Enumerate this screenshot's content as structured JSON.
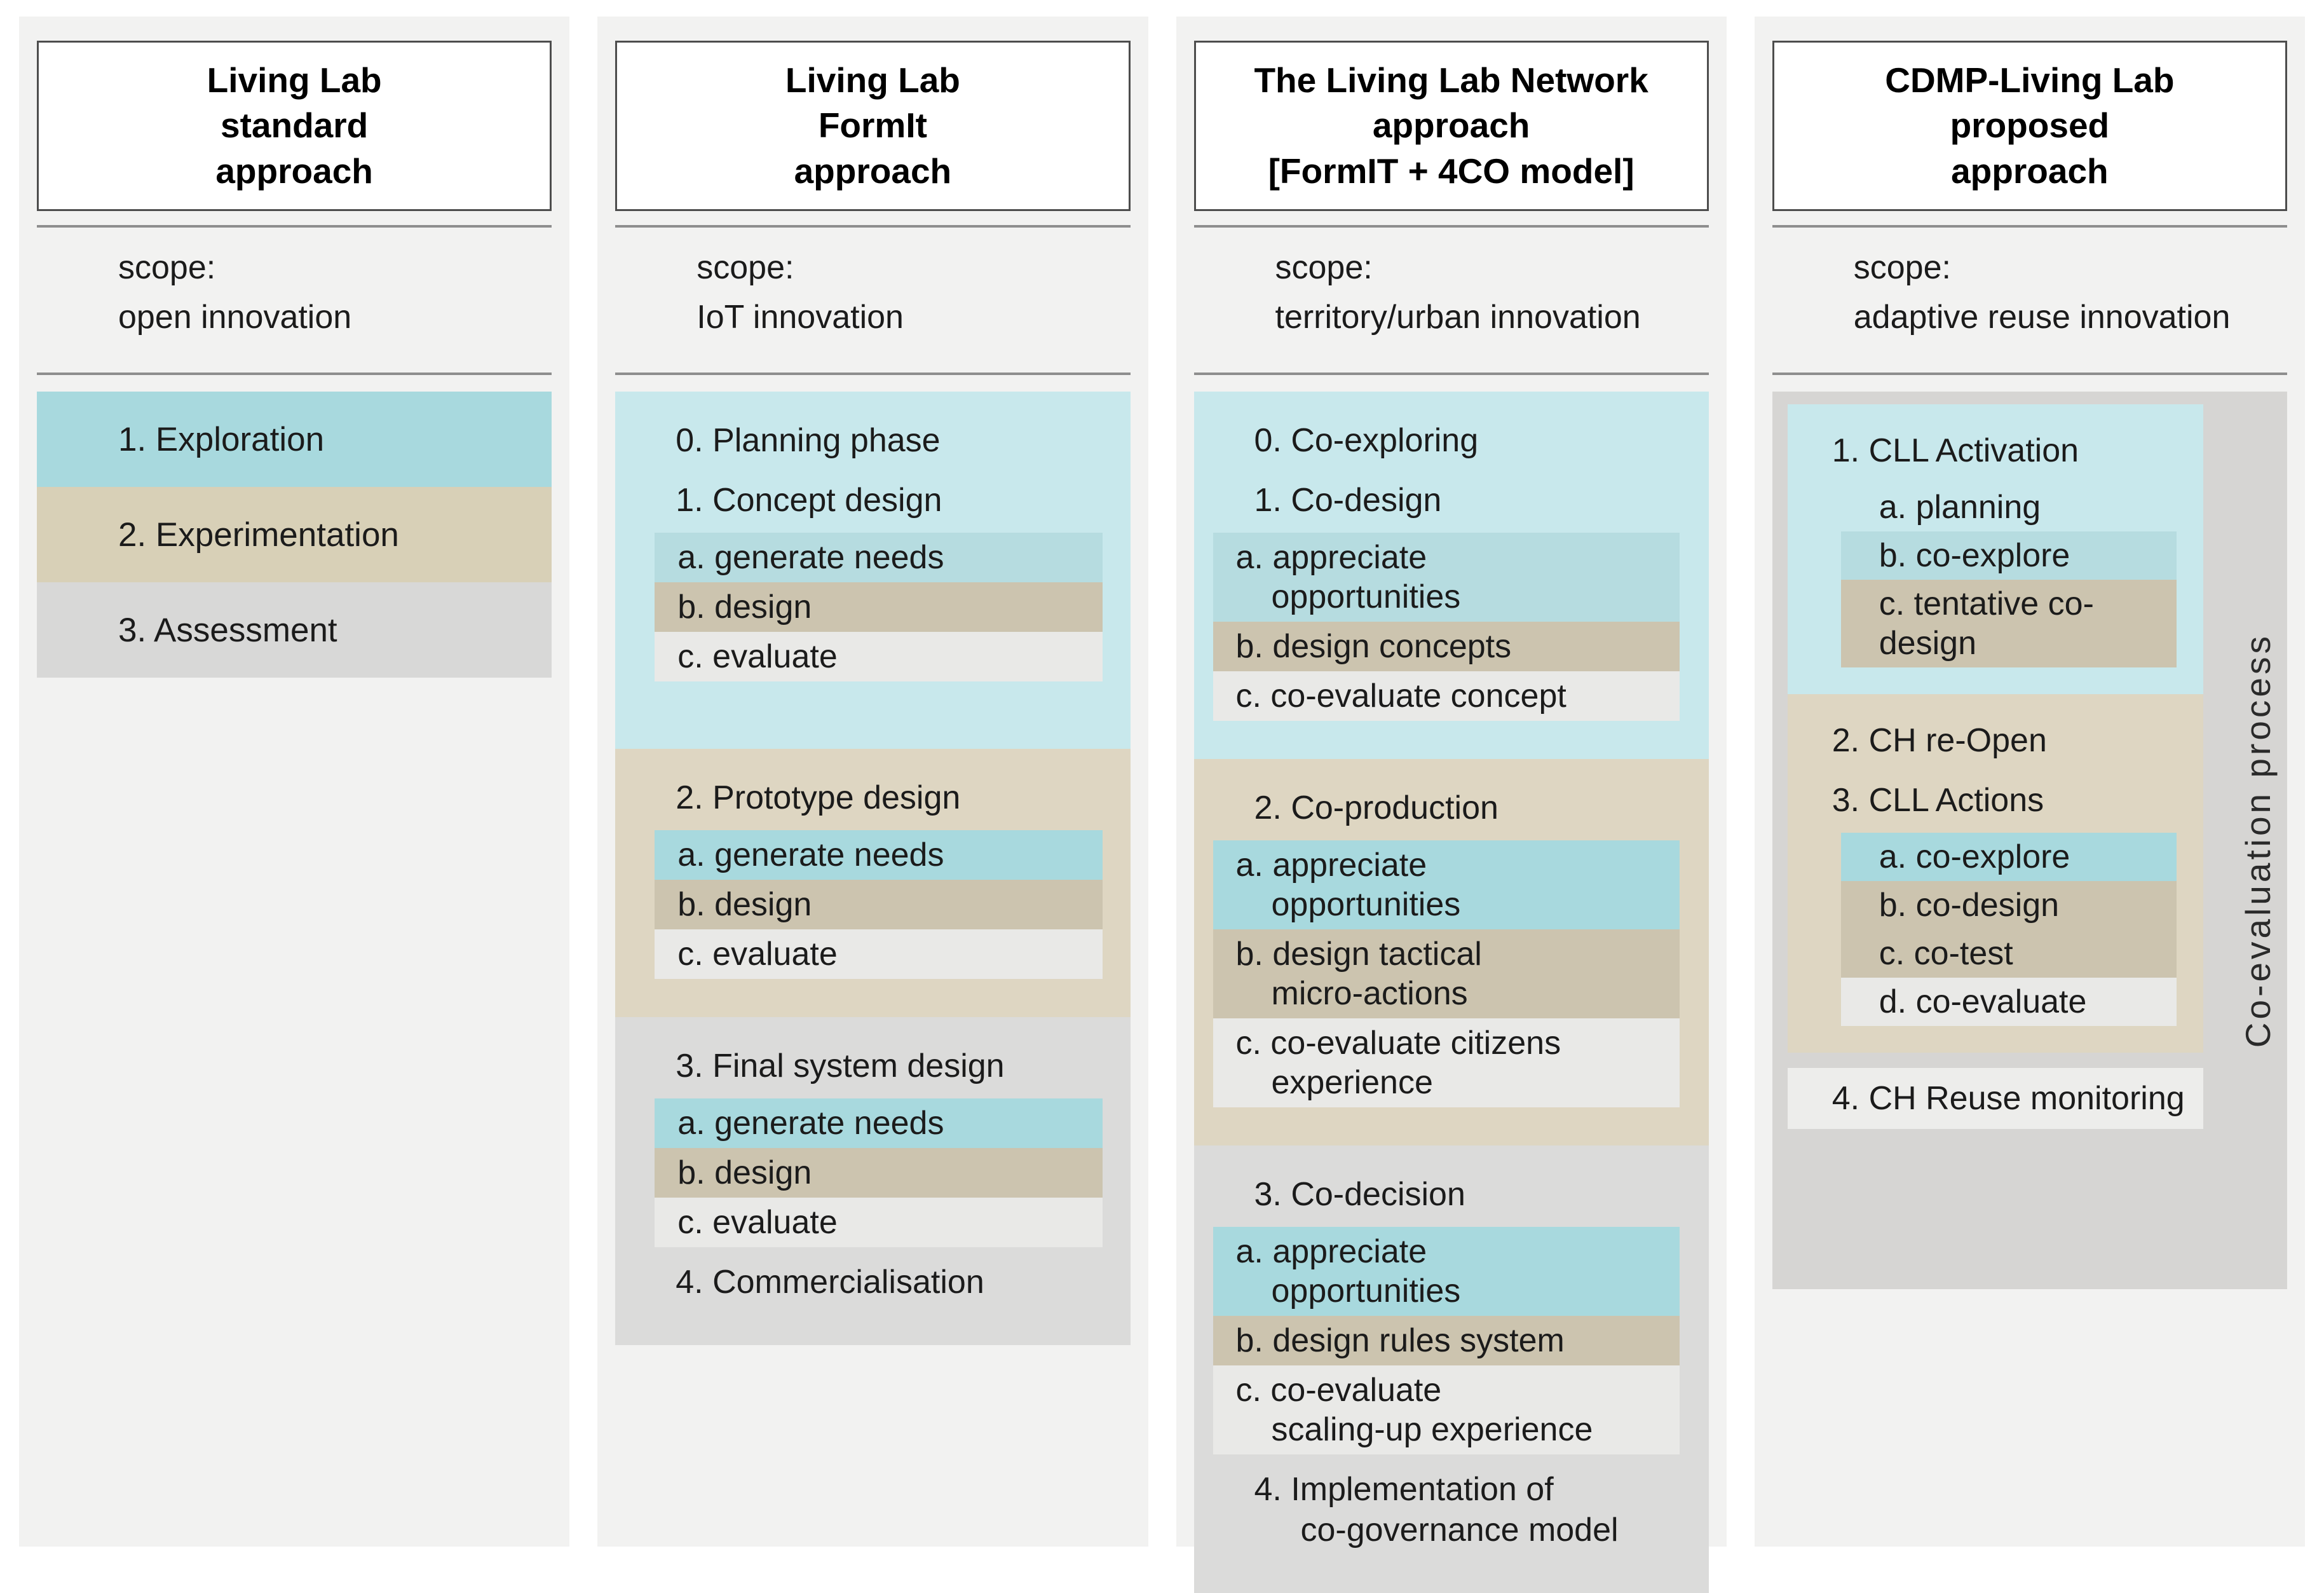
{
  "diagram": {
    "columns": [
      {
        "title": "Living Lab\nstandard\napproach",
        "scope_label": "scope:",
        "scope": "open innovation",
        "phases": [
          "1. Exploration",
          "2. Experimentation",
          "3. Assessment"
        ]
      },
      {
        "title": "Living Lab\nFormIt\napproach",
        "scope_label": "scope:",
        "scope": "IoT  innovation",
        "sections": [
          {
            "phases": [
              {
                "label": "0. Planning phase",
                "subs": []
              },
              {
                "label": "1. Concept design",
                "subs": [
                  "a. generate needs",
                  "b. design",
                  "c. evaluate"
                ]
              }
            ]
          },
          {
            "phases": [
              {
                "label": "2. Prototype design",
                "subs": [
                  "a. generate needs",
                  "b. design",
                  "c. evaluate"
                ]
              }
            ]
          },
          {
            "phases": [
              {
                "label": "3. Final system design",
                "subs": [
                  "a. generate needs",
                  "b. design",
                  "c. evaluate"
                ]
              },
              {
                "label": "4. Commercialisation",
                "subs": []
              }
            ]
          }
        ]
      },
      {
        "title": "The Living Lab Network\napproach\n[FormIT + 4CO model]",
        "scope_label": "scope:",
        "scope": "territory/urban innovation",
        "sections": [
          {
            "phases": [
              {
                "label": "0. Co-exploring",
                "subs": []
              },
              {
                "label": "1. Co-design",
                "subs": [
                  "a. appreciate\nopportunities",
                  "b. design concepts",
                  "c. co-evaluate concept"
                ]
              }
            ]
          },
          {
            "phases": [
              {
                "label": "2. Co-production",
                "subs": [
                  "a. appreciate\nopportunities",
                  "b. design tactical\nmicro-actions",
                  "c. co-evaluate citizens\nexperience"
                ]
              }
            ]
          },
          {
            "phases": [
              {
                "label": "3. Co-decision",
                "subs": [
                  "a. appreciate\nopportunities",
                  "b. design rules system",
                  "c. co-evaluate\nscaling-up experience"
                ]
              },
              {
                "label": "4. Implementation of\nco-governance model",
                "subs": []
              }
            ]
          }
        ]
      },
      {
        "title": "CDMP-Living Lab\nproposed\napproach",
        "scope_label": "scope:",
        "scope": "adaptive reuse innovation",
        "vertical_label": "Co-evaluation process",
        "sections": [
          {
            "phases": [
              {
                "label": "1. CLL Activation",
                "subs": [
                  "a. planning",
                  "b. co-explore",
                  "c. tentative co-design"
                ]
              }
            ]
          },
          {
            "phases": [
              {
                "label": "2. CH re-Open",
                "subs": []
              },
              {
                "label": "3. CLL Actions",
                "subs": [
                  "a. co-explore",
                  "b. co-design",
                  "c. co-test",
                  "d. co-evaluate"
                ]
              }
            ]
          },
          {
            "phases": [
              {
                "label": "4. CH Reuse monitoring",
                "subs": []
              }
            ]
          }
        ]
      }
    ],
    "colors": {
      "panel_bg": "#f2f2f1",
      "cyan_section": "#c8e8ec",
      "cyan_row": "#a8d9de",
      "cyan_row_muted": "#b6dce0",
      "tan_section": "#ded6c2",
      "tan_row": "#ccc4af",
      "grey_section": "#dbdbda",
      "grey_row": "#e9e9e7",
      "cdmp_container_bg": "#d6d5d3",
      "cdmp_strip_bg": "#ededeb"
    }
  }
}
